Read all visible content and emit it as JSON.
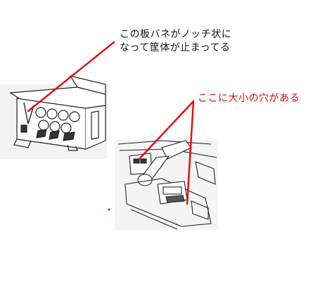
{
  "annotations": {
    "top_note_line1": "この板バネがノッチ状に",
    "top_note_line2": "なって筐体が止まってる",
    "right_note": "ここに大小の穴がある"
  },
  "colors": {
    "annotation_line": "#e01010",
    "right_note_text": "#d01010",
    "top_note_text": "#111111",
    "drawing_stroke": "#222222",
    "panel_background": "#f4f4f4"
  }
}
